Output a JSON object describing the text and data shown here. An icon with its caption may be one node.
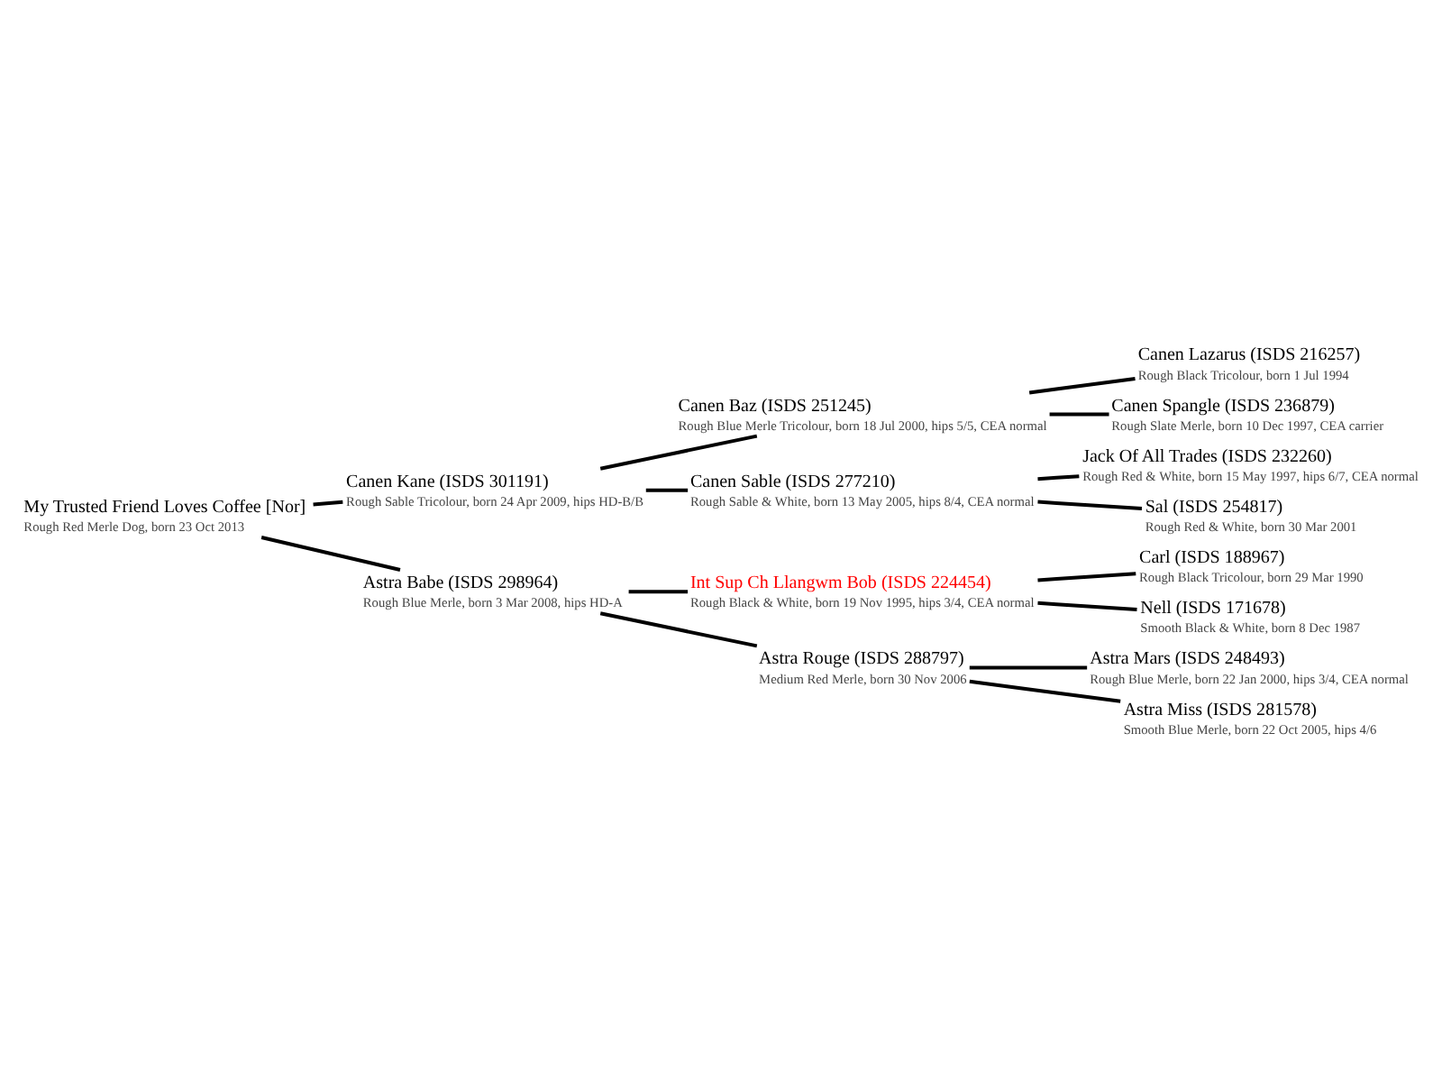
{
  "diagram": {
    "nodes": [
      {
        "text": [
          "Canen Lazarus (ISDS 216257)",
          "Rough Black Tricolour, born 1 Jul 1994"
        ]
      },
      {
        "text": [
          "Canen Baz (ISDS 251245)",
          "Rough Blue Merle Tricolour, born 18 Jul 2000, hips 5/5, CEA normal"
        ]
      },
      {
        "text": [
          "Canen Spangle (ISDS 236879)",
          "Rough Slate Merle, born 10 Dec 1997, CEA carrier"
        ]
      },
      {
        "text": [
          "Canen Kane (ISDS 301191)",
          "Rough Sable Tricolour, born 24 Apr 2009, hips HD-B/B"
        ]
      },
      {
        "text": [
          "Jack Of All Trades (ISDS 232260)",
          "Rough Red & White, born 15 May 1997, hips 6/7, CEA normal"
        ]
      },
      {
        "text": [
          "Canen Sable (ISDS 277210)",
          "Rough Sable & White, born 13 May 2005, hips 8/4, CEA normal"
        ]
      },
      {
        "text": [
          "Sal (ISDS 254817)",
          "Rough Red & White, born 30 Mar 2001"
        ]
      },
      {
        "text": [
          "My Trusted Friend Loves Coffee [Nor]",
          "Rough Red Merle Dog, born 23 Oct 2013"
        ]
      },
      {
        "text": [
          "Carl (ISDS 188967)",
          "Rough Black Tricolour, born 29 Mar 1990"
        ]
      },
      {
        "text": [
          "Int Sup Ch Llangwm Bob (ISDS 224454)",
          "Rough Black & White, born 19 Nov 1995, hips 3/4, CEA normal"
        ]
      },
      {
        "text": [
          "Nell (ISDS 171678)",
          "Smooth Black & White, born 8 Dec 1987"
        ]
      },
      {
        "text": [
          "Astra Babe (ISDS 298964)",
          "Rough Blue Merle, born 3 Mar 2008, hips HD-A"
        ]
      },
      {
        "text": [
          "Astra Mars (ISDS 248493)",
          "Rough Blue Merle, born 22 Jan 2000, hips 3/4, CEA normal"
        ]
      },
      {
        "text": [
          "Astra Rouge (ISDS 288797)",
          "Medium Red Merle, born 30 Nov 2006"
        ]
      },
      {
        "text": [
          "Astra Miss (ISDS 281578)",
          "Smooth Blue Merle, born 22 Oct 2005, hips 4/6"
        ]
      }
    ],
    "edges": [
      {
        "from": 7,
        "to": 3,
        "arrow": "none"
      },
      {
        "from": 7,
        "to": 11,
        "arrow": "none"
      },
      {
        "from": 3,
        "to": 1,
        "arrow": "none"
      },
      {
        "from": 3,
        "to": 5,
        "arrow": "none"
      },
      {
        "from": 1,
        "to": 0,
        "arrow": "none"
      },
      {
        "from": 1,
        "to": 2,
        "arrow": "none"
      },
      {
        "from": 5,
        "to": 4,
        "arrow": "none"
      },
      {
        "from": 5,
        "to": 6,
        "arrow": "none"
      },
      {
        "from": 11,
        "to": 9,
        "arrow": "none"
      },
      {
        "from": 11,
        "to": 13,
        "arrow": "none"
      },
      {
        "from": 9,
        "to": 8,
        "arrow": "none"
      },
      {
        "from": 9,
        "to": 10,
        "arrow": "none"
      },
      {
        "from": 13,
        "to": 12,
        "arrow": "none"
      },
      {
        "from": 13,
        "to": 14,
        "arrow": "none"
      }
    ]
  }
}
